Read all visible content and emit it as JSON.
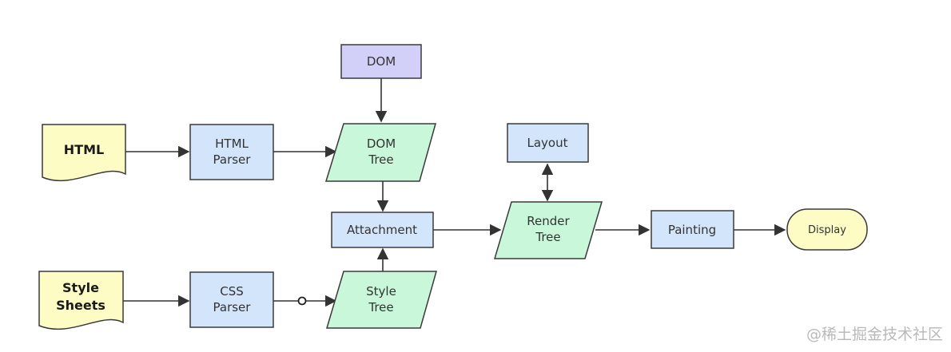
{
  "nodes": {
    "html_doc": {
      "lines": [
        "HTML"
      ]
    },
    "style_doc": {
      "lines": [
        "Style",
        "Sheets"
      ]
    },
    "html_parser": {
      "lines": [
        "HTML",
        "Parser"
      ]
    },
    "css_parser": {
      "lines": [
        "CSS",
        "Parser"
      ]
    },
    "dom": {
      "lines": [
        "DOM"
      ]
    },
    "dom_tree": {
      "lines": [
        "DOM",
        "Tree"
      ]
    },
    "style_tree": {
      "lines": [
        "Style",
        "Tree"
      ]
    },
    "attachment": {
      "lines": [
        "Attachment"
      ]
    },
    "layout": {
      "lines": [
        "Layout"
      ]
    },
    "render_tree": {
      "lines": [
        "Render",
        "Tree"
      ]
    },
    "painting": {
      "lines": [
        "Painting"
      ]
    },
    "display": {
      "lines": [
        "Display"
      ]
    }
  },
  "colors": {
    "document": "#fdfcc4",
    "process": "#d2e5fa",
    "dom_source": "#d2cff8",
    "tree": "#c9f7da",
    "display": "#fdfcc4",
    "stroke": "#3a3a3a",
    "arrow": "#333333"
  },
  "watermark": "@稀土掘金技术社区"
}
